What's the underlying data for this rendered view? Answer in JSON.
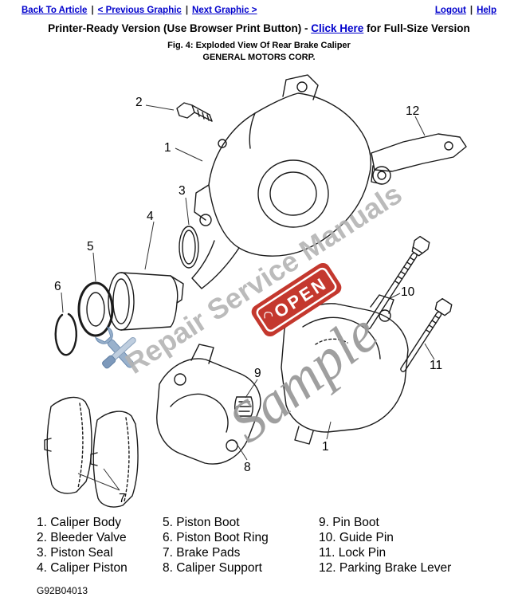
{
  "nav": {
    "back_to_article": "Back To Article",
    "previous_graphic": "< Previous Graphic",
    "next_graphic": "Next Graphic >",
    "logout": "Logout",
    "help": "Help",
    "separator": "|"
  },
  "printer_line": {
    "prefix": "Printer-Ready Version (Use Browser Print Button) - ",
    "link": "Click Here",
    "suffix": " for Full-Size Version"
  },
  "figure": {
    "caption": "Fig. 4: Exploded View Of Rear Brake Caliper",
    "company": "GENERAL MOTORS CORP.",
    "figure_id": "G92B04013"
  },
  "diagram": {
    "callouts": {
      "body_top": "1",
      "bleeder": "2",
      "seal": "3",
      "piston": "4",
      "boot": "5",
      "boot_ring": "6",
      "pads": "7",
      "support": "8",
      "pin_boot": "9",
      "guide_pin": "10",
      "lock_pin": "11",
      "lever": "12",
      "body_bottom": "1"
    }
  },
  "watermark": {
    "brand": "Repair Service Manuals",
    "sample": "Sample",
    "open_sign": "OPEN",
    "brand_color": "#b4b4b4",
    "sample_color": "#9a9a9a",
    "open_bg_color": "#c4382e"
  },
  "legend": {
    "col1": [
      "1. Caliper Body",
      "2. Bleeder Valve",
      "3. Piston Seal",
      "4. Caliper Piston"
    ],
    "col2": [
      "5. Piston Boot",
      "6. Piston Boot Ring",
      "7. Brake Pads",
      "8. Caliper Support"
    ],
    "col3": [
      "9. Pin Boot",
      "10. Guide Pin",
      "11. Lock Pin",
      "12. Parking Brake Lever"
    ]
  },
  "colors": {
    "link": "#0000cc",
    "line_art": "#1b1b1b"
  }
}
